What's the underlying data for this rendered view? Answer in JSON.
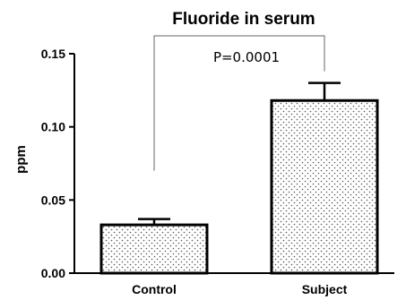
{
  "chart_data": {
    "type": "bar",
    "title": "Fluoride in serum",
    "xlabel": "",
    "ylabel": "ppm",
    "categories": [
      "Control",
      "Subject"
    ],
    "values": [
      0.033,
      0.118
    ],
    "error_plus": [
      0.004,
      0.012
    ],
    "ylim": [
      0,
      0.15
    ],
    "yticks": [
      "0.00",
      "0.05",
      "0.10",
      "0.15"
    ],
    "grid": false,
    "annotation": "P=0.0001",
    "bar_fill": "dotted",
    "bar_color": "#000000"
  }
}
